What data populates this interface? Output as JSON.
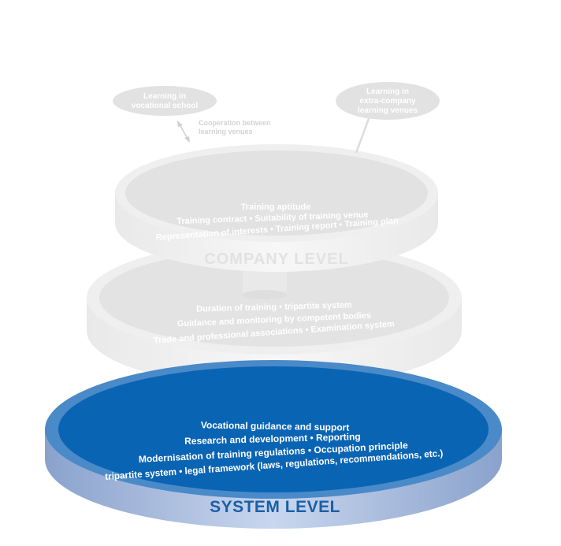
{
  "bubbles": {
    "vocational_school": [
      "Learning in",
      "vocational school"
    ],
    "extra_company": [
      "Learning in",
      "extra-company",
      "learning venues"
    ]
  },
  "cooperation": [
    "Cooperation between",
    "learning venues"
  ],
  "company_level": {
    "label": "COMPANY LEVEL",
    "lines": [
      "Training aptitude",
      "Training contract • Suitability of training venue",
      "Representation of interests • Training report • Training plan"
    ]
  },
  "middle_level": {
    "lines": [
      "Duration of training • tripartite system",
      "Guidance and monitoring by competent bodies",
      "Trade and professional associations • Examination system"
    ]
  },
  "system_level": {
    "label": "SYSTEM LEVEL",
    "lines": [
      "Vocational guidance and support",
      "Research and development • Reporting",
      "Modernisation of training regulations • Occupation principle",
      "tripartite system • legal framework (laws, regulations, recommendations, etc.)"
    ]
  },
  "colors": {
    "system_top": "#0a64b4",
    "system_rim": "#4a8ac8",
    "system_side": "#b4c6e6",
    "system_label": "#1a5fa6",
    "grey_top": "#e2e2e2",
    "grey_rim": "#efefef",
    "grey_side": "#f2f2f2"
  }
}
